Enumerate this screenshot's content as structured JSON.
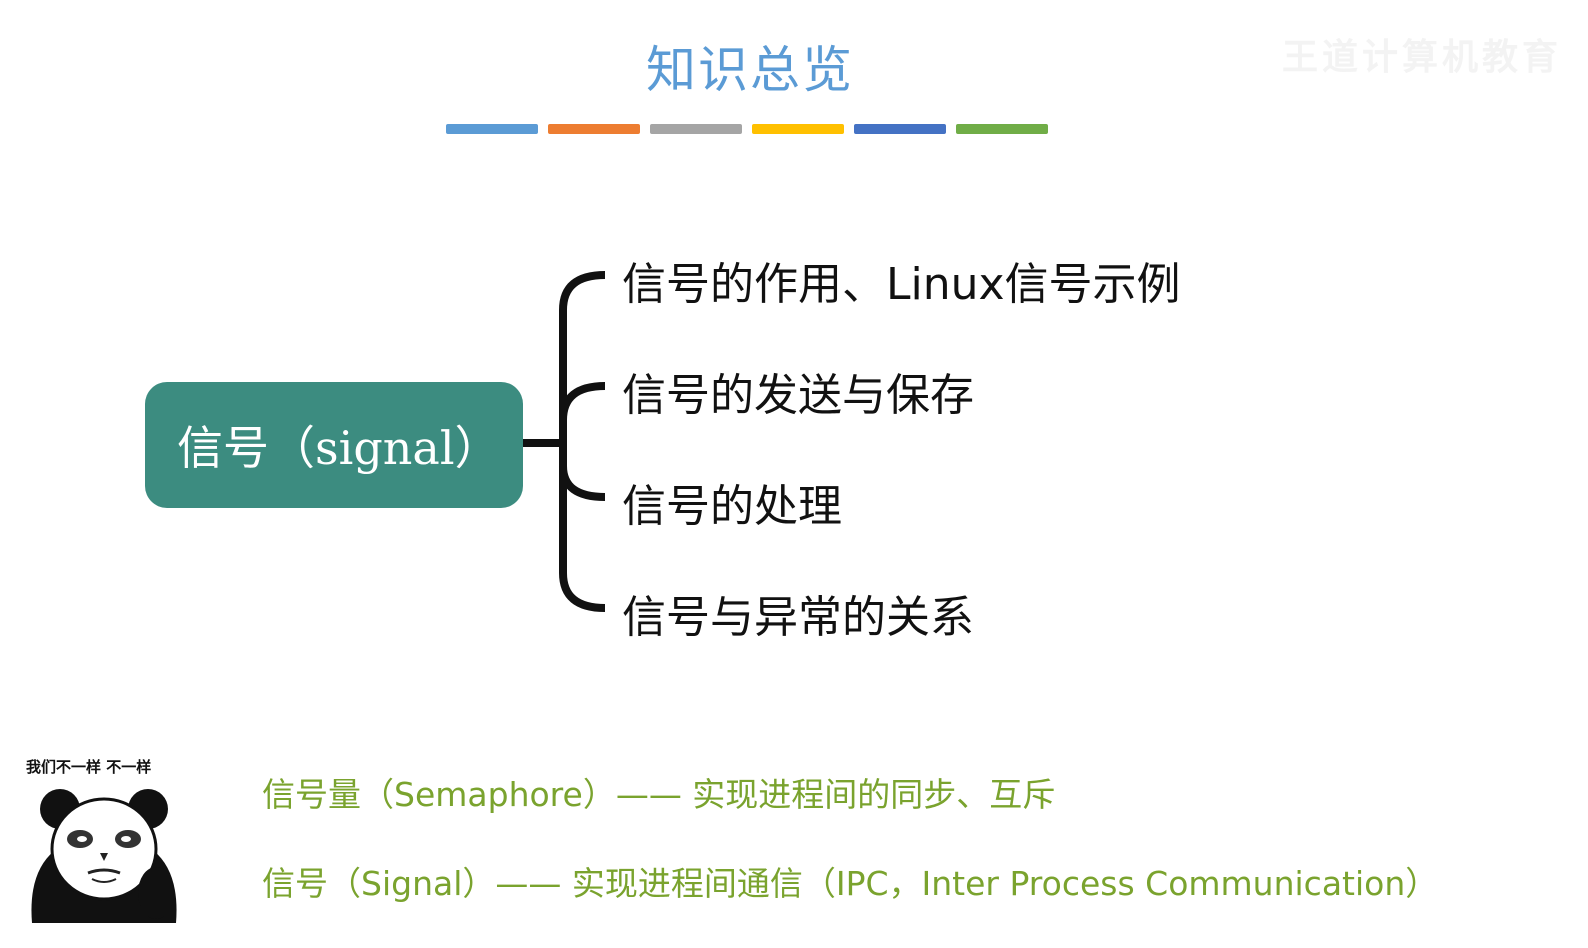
{
  "watermark": "王道计算机教育",
  "slide": {
    "title": "知识总览",
    "bar_colors": [
      "#5b9bd5",
      "#ed7d31",
      "#a5a5a5",
      "#ffc000",
      "#4472c4",
      "#70ad47"
    ]
  },
  "mindmap": {
    "root": "信号（signal）",
    "root_color": "#3c8c80",
    "branches": [
      "信号的作用、Linux信号示例",
      "信号的发送与保存",
      "信号的处理",
      "信号与异常的关系"
    ]
  },
  "notes": [
    "信号量（Semaphore）—— 实现进程间的同步、互斥",
    "信号（Signal）—— 实现进程间通信（IPC，Inter Process Communication）"
  ],
  "notes_color": "#7aa32e",
  "meme": {
    "caption": "我们不一样  不一样",
    "icon": "panda-meme-icon"
  }
}
